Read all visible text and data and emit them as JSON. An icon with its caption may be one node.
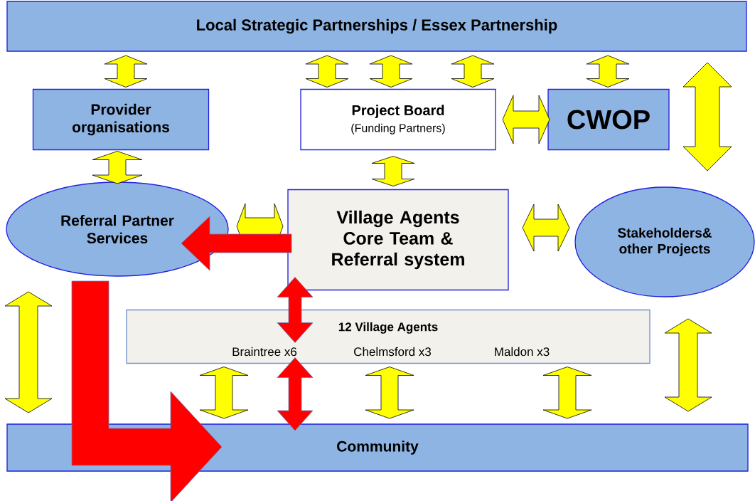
{
  "diagram": {
    "nodes": [
      {
        "text": [
          "Local Strategic Partnerships / Essex Partnership"
        ]
      },
      {
        "text": [
          "Provider organisations"
        ]
      },
      {
        "text": [
          "Project Board",
          "(Funding Partners)"
        ]
      },
      {
        "text": [
          "CWOP"
        ]
      },
      {
        "text": [
          "Referral Partner Services"
        ]
      },
      {
        "text": [
          "Village Agents Core Team & Referral system"
        ]
      },
      {
        "text": [
          "Stakeholders& other Projects"
        ]
      },
      {
        "text": [
          "12 Village Agents",
          "Braintree x6",
          "Chelmsford x3",
          "Maldon x3"
        ]
      },
      {
        "text": [
          "Community"
        ]
      }
    ],
    "edges": [
      {
        "from": 0,
        "to": 1,
        "arrow": "both"
      },
      {
        "from": 0,
        "to": 2,
        "arrow": "both"
      },
      {
        "from": 0,
        "to": 2,
        "arrow": "both"
      },
      {
        "from": 0,
        "to": 2,
        "arrow": "both"
      },
      {
        "from": 0,
        "to": 3,
        "arrow": "both"
      },
      {
        "from": 0,
        "to": 6,
        "arrow": "both"
      },
      {
        "from": 2,
        "to": 3,
        "arrow": "both"
      },
      {
        "from": 1,
        "to": 4,
        "arrow": "both"
      },
      {
        "from": 2,
        "to": 5,
        "arrow": "both"
      },
      {
        "from": 5,
        "to": 4,
        "arrow": "both"
      },
      {
        "from": 5,
        "to": 4,
        "arrow": "to",
        "color": "#ff0000"
      },
      {
        "from": 5,
        "to": 6,
        "arrow": "both"
      },
      {
        "from": 5,
        "to": 7,
        "arrow": "both",
        "color": "#ff0000"
      },
      {
        "from": 7,
        "to": 8,
        "arrow": "both",
        "color": "#ff0000"
      },
      {
        "from": 4,
        "to": 8,
        "arrow": "to",
        "color": "#ff0000"
      },
      {
        "from": 4,
        "to": 8,
        "arrow": "both"
      },
      {
        "from": 7,
        "to": 8,
        "arrow": "both"
      },
      {
        "from": 7,
        "to": 8,
        "arrow": "both"
      },
      {
        "from": 7,
        "to": 8,
        "arrow": "both"
      },
      {
        "from": 6,
        "to": 8,
        "arrow": "both"
      }
    ]
  }
}
